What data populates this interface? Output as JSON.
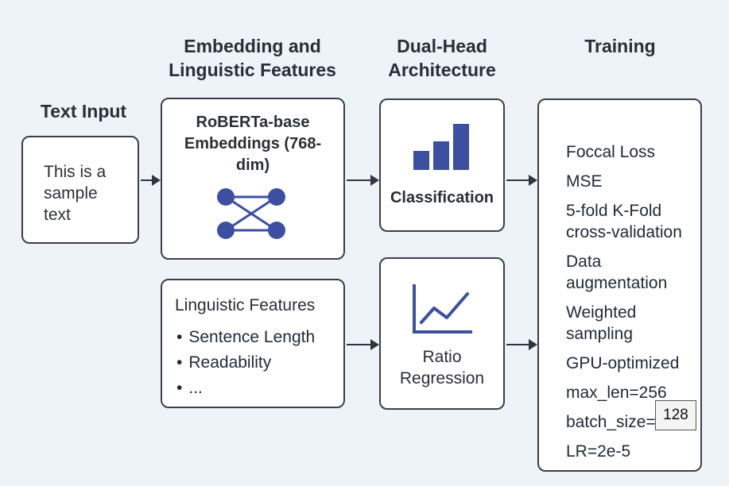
{
  "headings": {
    "text_input": "Text Input",
    "embedding": "Embedding and Linguistic Features",
    "dual_head": "Dual-Head Architecture",
    "training": "Training"
  },
  "input_box": {
    "text": "This is a sample text"
  },
  "embedding_box": {
    "title": "RoBERTa-base Embeddings (768-dim)",
    "icon": "neural-network-icon"
  },
  "features_box": {
    "title": "Linguistic Features",
    "items": [
      "Sentence Length",
      "Readability",
      "..."
    ]
  },
  "classification_box": {
    "label": "Classification",
    "icon": "bar-chart-icon"
  },
  "regression_box": {
    "label": "Ratio Regression",
    "icon": "line-chart-icon"
  },
  "training_box": {
    "items": [
      "Foccal Loss",
      "MSE",
      "5-fold K-Fold cross-validation",
      "Data augmentation",
      "Weighted sampling",
      "GPU-optimized",
      "max_len=256",
      "batch_size=",
      "LR=2e-5"
    ]
  },
  "overlay_value": "128",
  "colors": {
    "accent": "#3d4fa0",
    "border": "#3b3f46",
    "background": "#eef3f8"
  }
}
